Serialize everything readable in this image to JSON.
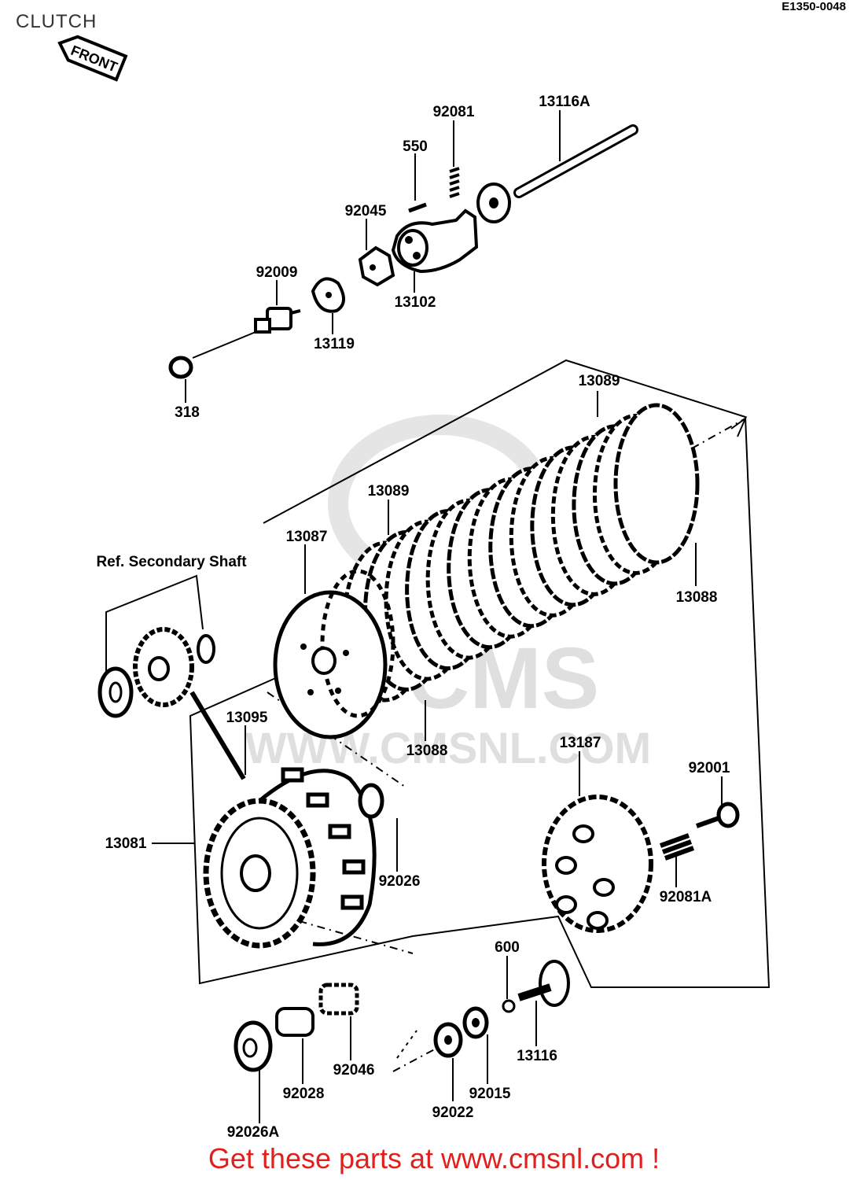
{
  "page": {
    "title": "CLUTCH",
    "diagram_code": "E1350-0048",
    "front_tag": "FRONT",
    "reference_label": "Ref. Secondary Shaft",
    "watermark": "WWW.CMSNL.COM",
    "watermark_logo": "CMS",
    "cta_text": "Get these parts at www.cmsnl.com !",
    "accent_color": "#e0201c"
  },
  "parts": [
    {
      "id": "p-13116a",
      "label": "13116A"
    },
    {
      "id": "p-92081",
      "label": "92081"
    },
    {
      "id": "p-550",
      "label": "550"
    },
    {
      "id": "p-92045",
      "label": "92045"
    },
    {
      "id": "p-92009",
      "label": "92009"
    },
    {
      "id": "p-13102",
      "label": "13102"
    },
    {
      "id": "p-13119",
      "label": "13119"
    },
    {
      "id": "p-318",
      "label": "318"
    },
    {
      "id": "p-13089a",
      "label": "13089"
    },
    {
      "id": "p-13089b",
      "label": "13089"
    },
    {
      "id": "p-13087",
      "label": "13087"
    },
    {
      "id": "p-13088a",
      "label": "13088"
    },
    {
      "id": "p-13088b",
      "label": "13088"
    },
    {
      "id": "p-13095",
      "label": "13095"
    },
    {
      "id": "p-13187",
      "label": "13187"
    },
    {
      "id": "p-92001",
      "label": "92001"
    },
    {
      "id": "p-13081",
      "label": "13081"
    },
    {
      "id": "p-92026",
      "label": "92026"
    },
    {
      "id": "p-92081a",
      "label": "92081A"
    },
    {
      "id": "p-600",
      "label": "600"
    },
    {
      "id": "p-13116",
      "label": "13116"
    },
    {
      "id": "p-92046",
      "label": "92046"
    },
    {
      "id": "p-92028",
      "label": "92028"
    },
    {
      "id": "p-92015",
      "label": "92015"
    },
    {
      "id": "p-92022",
      "label": "92022"
    },
    {
      "id": "p-92026a",
      "label": "92026A"
    }
  ]
}
